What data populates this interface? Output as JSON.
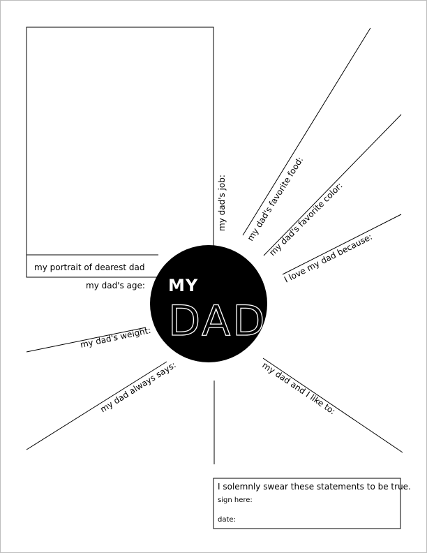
{
  "title": {
    "small": "MY",
    "big": "DAD"
  },
  "portrait": {
    "caption": "my portrait of dearest dad"
  },
  "prompts": {
    "age": "my dad's age:",
    "job": "my dad's job:",
    "food": "my dad's favorite food:",
    "color": "my dad's favorite color:",
    "love": "I love my dad because:",
    "weight": "my dad's weight:",
    "says": "my dad always says:",
    "like": "my dad and I like to:"
  },
  "signature": {
    "statement": "I solemnly swear these statements to be true.",
    "sign_label": "sign here:",
    "date_label": "date:"
  }
}
